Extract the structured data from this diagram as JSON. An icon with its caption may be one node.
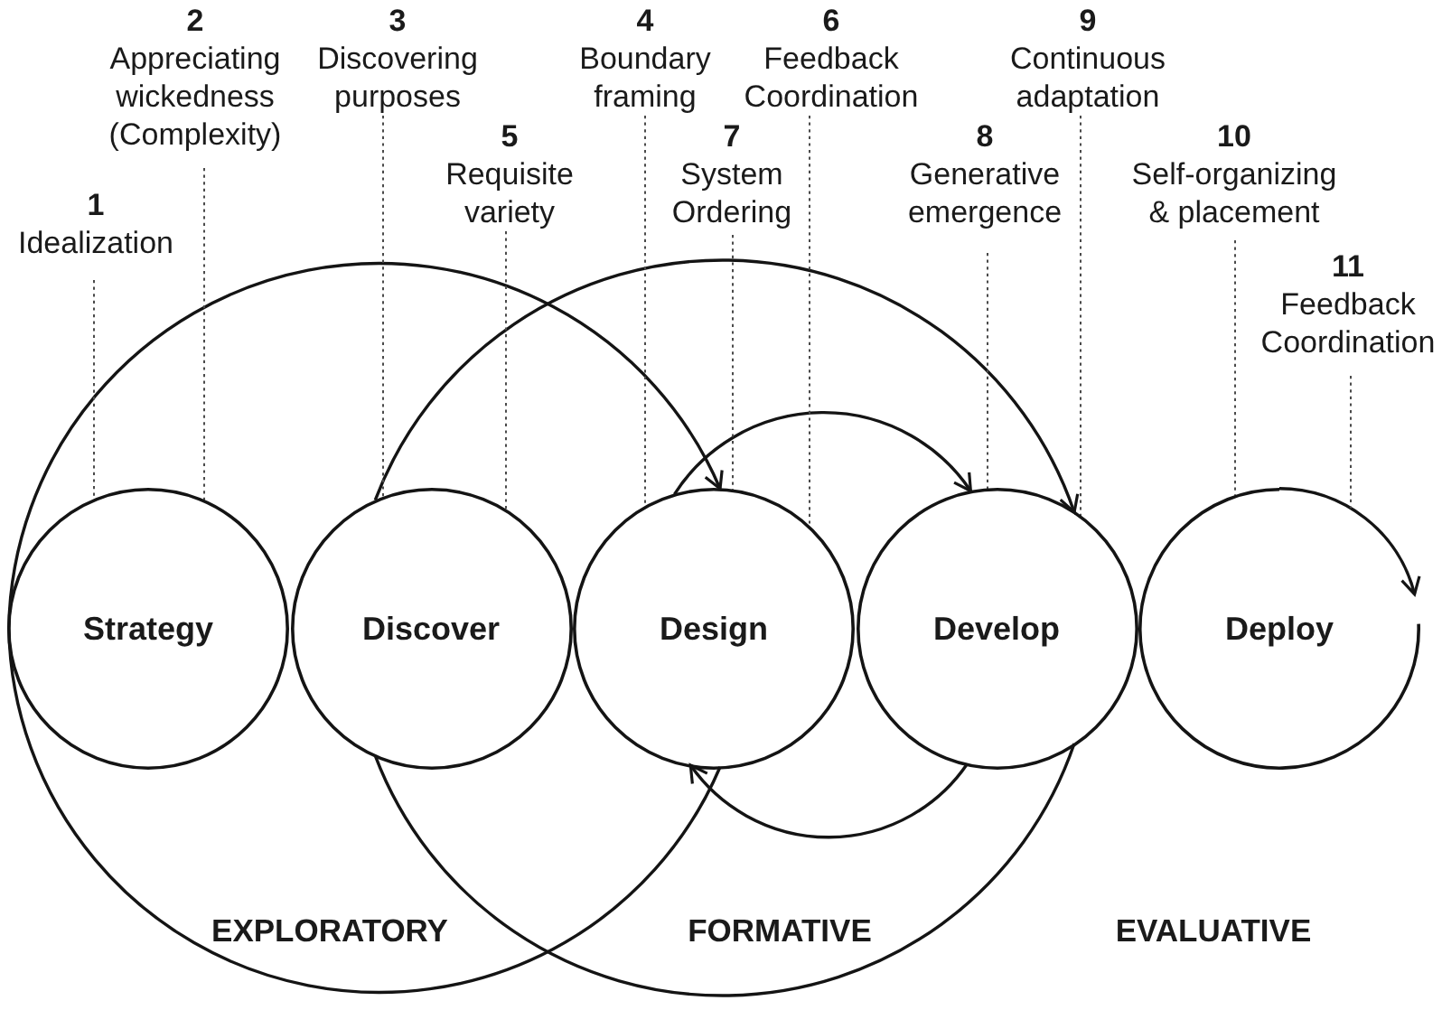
{
  "diagram": {
    "nodes": [
      {
        "text": [
          "1",
          "Idealization"
        ]
      },
      {
        "text": [
          "2",
          "Appreciating wickedness (Complexity)"
        ]
      },
      {
        "text": [
          "3",
          "Discovering purposes"
        ]
      },
      {
        "text": [
          "4",
          "Boundary framing"
        ]
      },
      {
        "text": [
          "5",
          "Requisite variety"
        ]
      },
      {
        "text": [
          "6",
          "Feedback Coordination"
        ]
      },
      {
        "text": [
          "7",
          "System Ordering"
        ]
      },
      {
        "text": [
          "8",
          "Generative emergence"
        ]
      },
      {
        "text": [
          "9",
          "Continuous adaptation"
        ]
      },
      {
        "text": [
          "10",
          "Self-organizing & placement"
        ]
      },
      {
        "text": [
          "11",
          "Feedback Coordination"
        ]
      },
      {
        "text": [
          "Strategy"
        ]
      },
      {
        "text": [
          "Discover"
        ]
      },
      {
        "text": [
          "Design"
        ]
      },
      {
        "text": [
          "Develop"
        ]
      },
      {
        "text": [
          "Deploy"
        ]
      }
    ],
    "edges": [
      {
        "from": 11,
        "to": 13,
        "arrow": "to"
      },
      {
        "from": 11,
        "to": 13,
        "arrow": "none"
      },
      {
        "from": 12,
        "to": 14,
        "arrow": "to"
      },
      {
        "from": 12,
        "to": 14,
        "arrow": "none"
      },
      {
        "from": 13,
        "to": 14,
        "arrow": "to"
      },
      {
        "from": 14,
        "to": 13,
        "arrow": "to"
      },
      {
        "from": 15,
        "to": 15,
        "arrow": "to"
      },
      {
        "from": 0,
        "to": 11,
        "arrow": "none",
        "style": "dashed"
      },
      {
        "from": 1,
        "to": 11,
        "arrow": "none",
        "style": "dashed"
      },
      {
        "from": 2,
        "to": 12,
        "arrow": "none",
        "style": "dashed"
      },
      {
        "from": 3,
        "to": 13,
        "arrow": "none",
        "style": "dashed"
      },
      {
        "from": 4,
        "to": 12,
        "arrow": "none",
        "style": "dashed"
      },
      {
        "from": 5,
        "to": 13,
        "arrow": "none",
        "style": "dashed"
      },
      {
        "from": 6,
        "to": 13,
        "arrow": "none",
        "style": "dashed"
      },
      {
        "from": 7,
        "to": 14,
        "arrow": "none",
        "style": "dashed"
      },
      {
        "from": 8,
        "to": 14,
        "arrow": "none",
        "style": "dashed"
      },
      {
        "from": 9,
        "to": 15,
        "arrow": "none",
        "style": "dashed"
      },
      {
        "from": 10,
        "to": 15,
        "arrow": "none",
        "style": "dashed"
      }
    ],
    "labels": [
      "EXPLORATORY",
      "FORMATIVE",
      "EVALUATIVE"
    ]
  }
}
